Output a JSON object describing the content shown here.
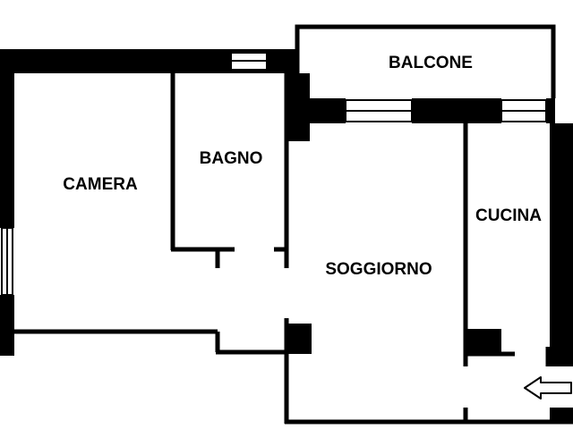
{
  "colors": {
    "wall": "#000000",
    "background": "#ffffff"
  },
  "rooms": {
    "camera": "CAMERA",
    "bagno": "BAGNO",
    "balcone": "BALCONE",
    "soggiorno": "SOGGIORNO",
    "cucina": "CUCINA"
  },
  "icons": {
    "entrance": "arrow-left-icon"
  }
}
